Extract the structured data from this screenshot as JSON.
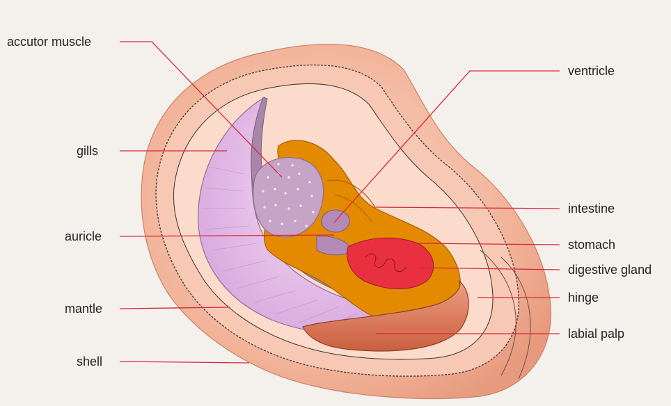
{
  "diagram": {
    "labels_left": {
      "adductor": "accutor muscle",
      "gills": "gills",
      "auricle": "auricle",
      "mantle": "mantle",
      "shell": "shell"
    },
    "labels_right": {
      "ventricle": "ventricle",
      "intestine": "intestine",
      "stomach": "stomach",
      "digestive_gland": "digestive gland",
      "hinge": "hinge",
      "labial_palp": "labial palp"
    },
    "colors": {
      "shell": "#f2b49a",
      "mantle": "#f7c9b4",
      "inner_cavity": "#fbdccc",
      "gills": "#e2b7e6",
      "gill_frame": "#a885a9",
      "muscle": "#c5a4c8",
      "organs": "#e38a00",
      "digestive_gland": "#e83040",
      "labial_palp": "#e07a5f",
      "leader_line": "#d9253b"
    }
  }
}
